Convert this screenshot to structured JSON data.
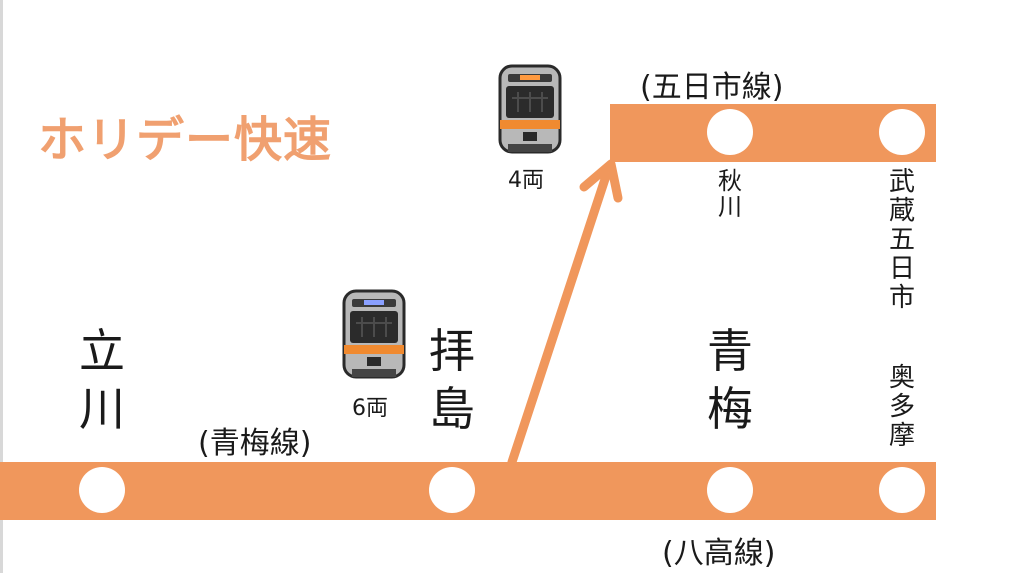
{
  "title": "ホリデー快速",
  "lines": {
    "ome": "(青梅線)",
    "itsukaichi": "(五日市線)",
    "hachiko": "(八高線)"
  },
  "stations": {
    "tachikawa": "立\n川",
    "haijima": "拝\n島",
    "ome": "青\n梅",
    "akigawa": "秋\n川",
    "musashi_itsukaichi": "武\n蔵\n五\n日\n市",
    "okutama": "奥\n多\n摩"
  },
  "trains": {
    "six_cars": "6両",
    "four_cars": "4両"
  },
  "colors": {
    "line": "#f0975c",
    "title": "#f0a070",
    "train_stripe": "#f08a30"
  },
  "icons": [
    "train-icon"
  ]
}
